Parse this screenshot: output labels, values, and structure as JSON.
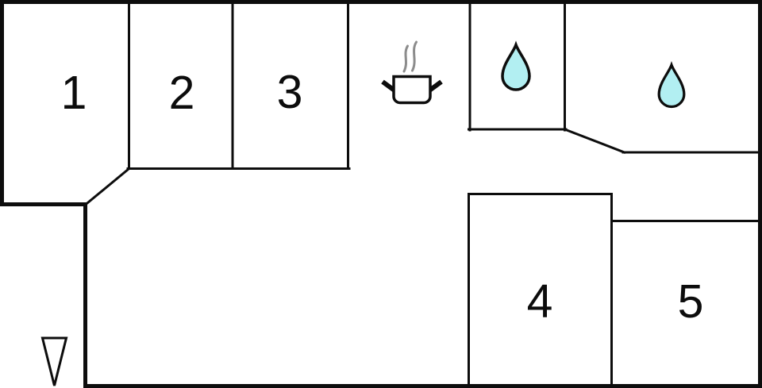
{
  "floorplan": {
    "type": "floor-plan",
    "rooms": [
      {
        "id": "room-1",
        "label": "1"
      },
      {
        "id": "room-2",
        "label": "2"
      },
      {
        "id": "room-3",
        "label": "3"
      },
      {
        "id": "room-4",
        "label": "4"
      },
      {
        "id": "room-5",
        "label": "5"
      }
    ],
    "features": [
      {
        "name": "kitchen",
        "icon": "cooking-pot-icon"
      },
      {
        "name": "bathroom-1",
        "icon": "water-drop-icon"
      },
      {
        "name": "bathroom-2",
        "icon": "water-drop-icon"
      },
      {
        "name": "entrance",
        "icon": "entrance-arrow-icon"
      }
    ],
    "colors": {
      "wall": "#0d0d0d",
      "background": "#ffffff",
      "water_drop": "#b2eff2",
      "steam": "#8c8c8c",
      "label": "#0c0c0c"
    }
  }
}
